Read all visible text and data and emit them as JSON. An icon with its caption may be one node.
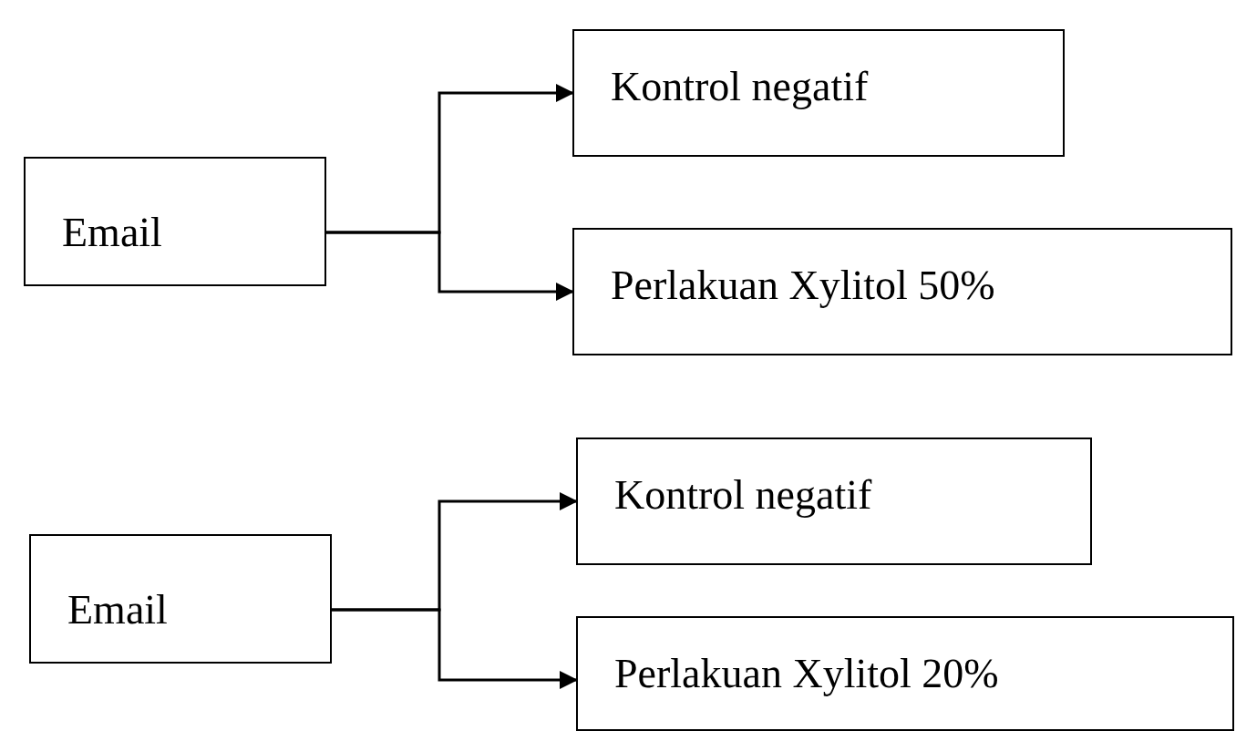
{
  "diagram": {
    "nodes": [
      {
        "text": [
          "Email"
        ]
      },
      {
        "text": [
          "Kontrol negatif"
        ]
      },
      {
        "text": [
          "Perlakuan Xylitol 50%"
        ]
      },
      {
        "text": [
          "Email"
        ]
      },
      {
        "text": [
          "Kontrol negatif"
        ]
      },
      {
        "text": [
          "Perlakuan Xylitol 20%"
        ]
      }
    ],
    "edges": [
      {
        "from": 0,
        "to": 1,
        "arrow": "to"
      },
      {
        "from": 0,
        "to": 2,
        "arrow": "to"
      },
      {
        "from": 3,
        "to": 4,
        "arrow": "to"
      },
      {
        "from": 3,
        "to": 5,
        "arrow": "to"
      }
    ]
  }
}
